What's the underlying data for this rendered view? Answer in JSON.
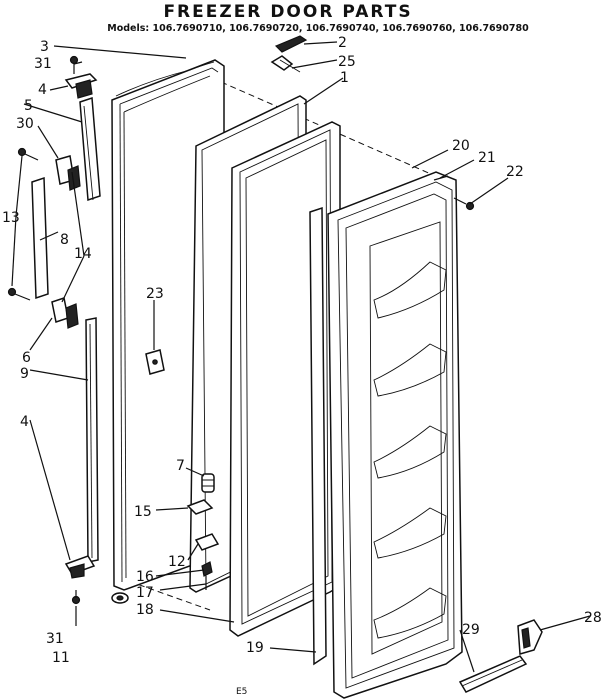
{
  "header": {
    "title": "FREEZER DOOR PARTS",
    "models": "Models: 106.7690710, 106.7690720, 106.7690740, 106.7690760, 106.7690780"
  },
  "callouts": {
    "c1": "1",
    "c2": "2",
    "c3": "3",
    "c4a": "4",
    "c4b": "4",
    "c5": "5",
    "c6": "6",
    "c7": "7",
    "c8": "8",
    "c9": "9",
    "c11": "11",
    "c12": "12",
    "c13": "13",
    "c14": "14",
    "c15": "15",
    "c16": "16",
    "c17": "17",
    "c18": "18",
    "c19": "19",
    "c20": "20",
    "c21": "21",
    "c22": "22",
    "c23": "23",
    "c25": "25",
    "c28": "28",
    "c29": "29",
    "c30": "30",
    "c31a": "31",
    "c31b": "31"
  },
  "footer": {
    "code": "E5"
  }
}
